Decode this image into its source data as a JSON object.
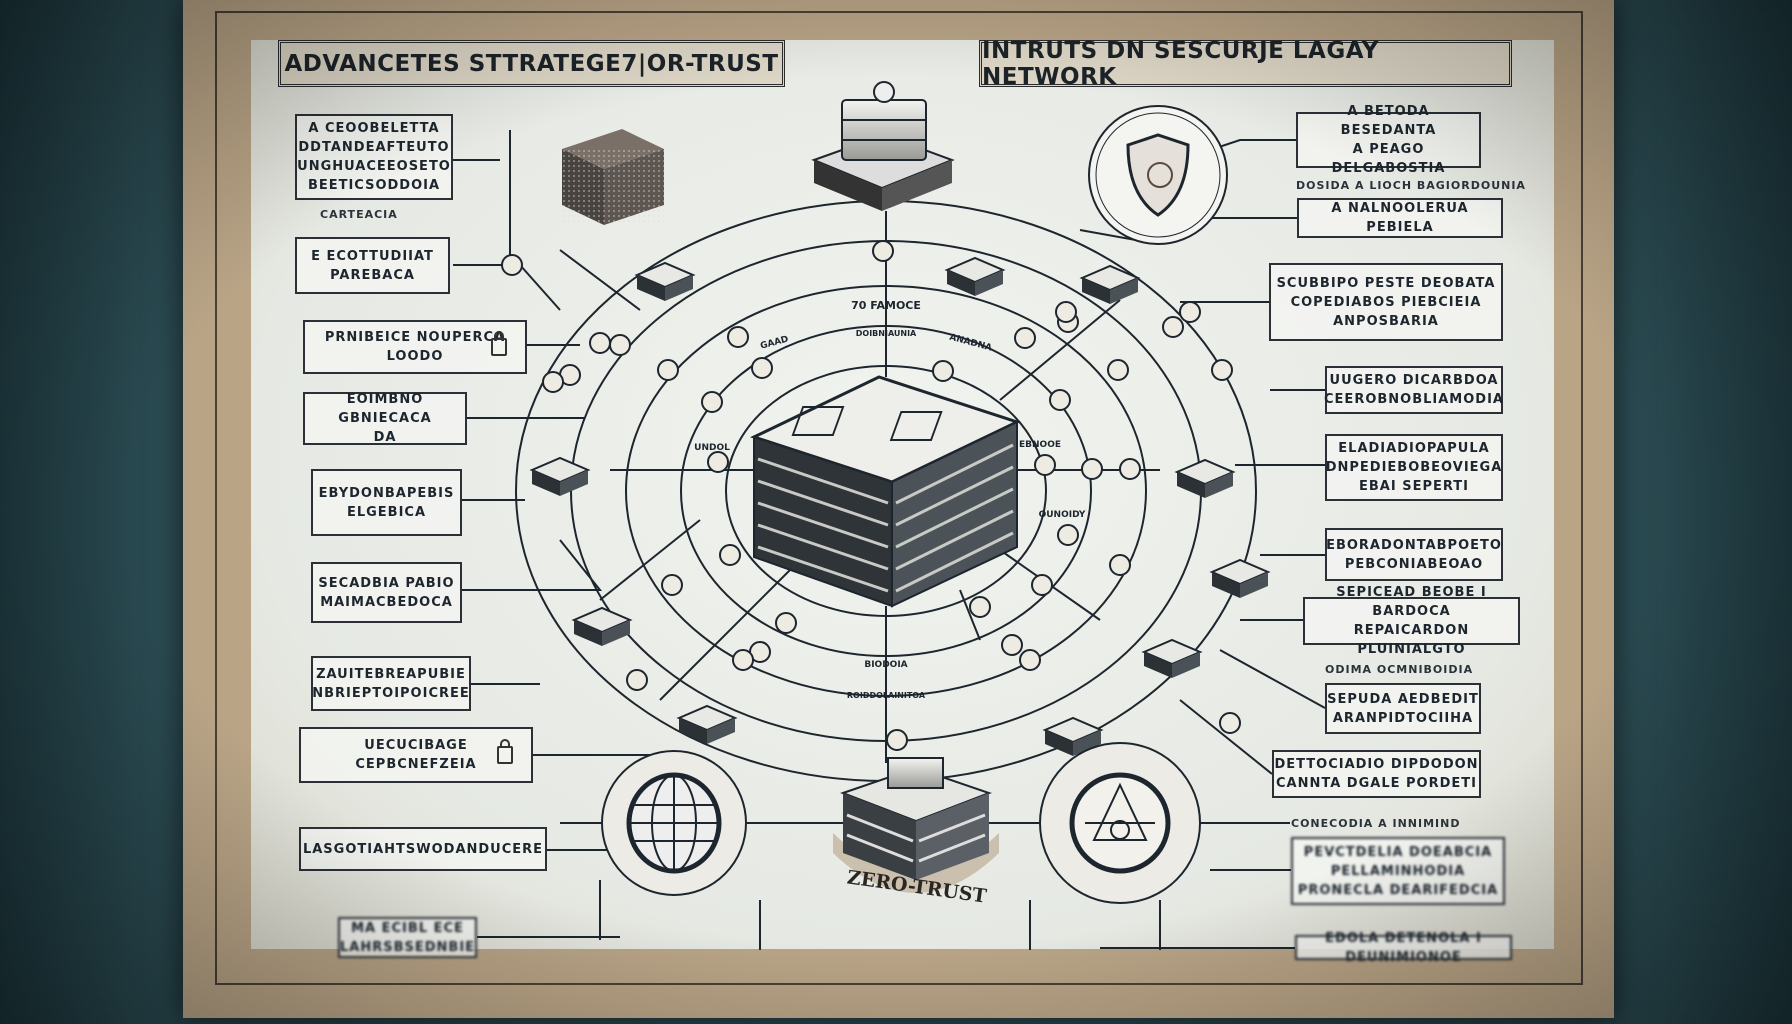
{
  "titles": {
    "left": "ADVANCETES STTRATEGE7|OR-TRUST",
    "right": "INTRUTS DN SESCURJE LAGAY NETWORK"
  },
  "left_boxes": [
    {
      "lines": [
        "A CEOOBELETTA",
        "DDTANDEAFTEUTO",
        "UNGHUACEEOSETO",
        "BEETICSODDOIA"
      ],
      "caption": "CARTEACIA"
    },
    {
      "lines": [
        "E ECOTTUDIIAT",
        "PAREBACA"
      ]
    },
    {
      "lines": [
        "PRNIBEICE NOUPERCA",
        "LOODO"
      ],
      "icon": "lock-icon"
    },
    {
      "lines": [
        "EOIMBNO GBNIECACA",
        "DA"
      ]
    },
    {
      "lines": [
        "EBYDONBAPEBIS",
        "ELGEBICA"
      ]
    },
    {
      "lines": [
        "SECADBIA PABIO",
        "MAIMACBEDOCA"
      ]
    },
    {
      "lines": [
        "ZAUITEBREAPUBIE",
        "NBRIEPTOIPOICREE"
      ]
    },
    {
      "lines": [
        "UECUCIBAGE",
        "CEPBCNEFZEIA"
      ],
      "icon": "lock-icon"
    },
    {
      "lines": [
        "LASGOTIAHTSWODANDUCERE"
      ]
    },
    {
      "lines": [
        "MA ECIBL ECE",
        "LAHRSBSEDNBIE"
      ]
    }
  ],
  "right_boxes": [
    {
      "lines": [
        "A BETODA BESEDANTA",
        "A PEAGO DELGABOSTIA"
      ],
      "caption": "DOSIDA A LIOCH BAGIORDOUNIA"
    },
    {
      "lines": [
        "A NALNOOLERUA PEBIELA"
      ]
    },
    {
      "lines": [
        "SCUBBIPO PESTE DEOBATA",
        "COPEDIABOS PIEBCIEIA",
        "ANPOSBARIA"
      ]
    },
    {
      "lines": [
        "UUGERO DICARBDOA",
        "CEEROBNOBLIAMODIA"
      ]
    },
    {
      "lines": [
        "ELADIADIOPAPULA",
        "DNPEDIEBOBEOVIEGA",
        "EBAI SEPERTI"
      ]
    },
    {
      "lines": [
        "EBORADONTABPOETO",
        "PEBCONIABEOAO"
      ]
    },
    {
      "lines": [
        "SEPICEAD BEOBE I BARDOCA",
        "REPAICARDON PLUINIALGTO"
      ]
    },
    {
      "lines": [
        "SEPUDA AEDBEDIT",
        "ARANPIDTOCIIHA"
      ],
      "caption": "ODIMA OCMNIBOIDIA"
    },
    {
      "lines": [
        "DETTOCIADIO DIPDODON",
        "CANNTA DGALE PORDETI"
      ]
    },
    {
      "lines": [
        "PEVCTDELIA DOEABCIA",
        "PELLAMINHODIA",
        "PRONECLA DEARIFEDCIA"
      ],
      "caption": "CONECODIA A INNIMIND"
    },
    {
      "lines": [
        "EDOLA DETENOLA I DEUNIMIONOE"
      ]
    }
  ],
  "center": {
    "top_label": "70 FAMOCE",
    "top_sub": "DOIBNIAUNIA",
    "left_label": "GAAD",
    "right_label": "ANADNA",
    "inner_left": "UNDOL",
    "inner_right": "EBNOOE",
    "bottom_label": "BIODOIA",
    "bottom_sub": "ROIDDOLAINITOA",
    "lower_right": "OUNOIDY"
  },
  "badge": {
    "zero_trust": "ZERO-TRUST"
  },
  "icons": {
    "top_left": "data-block-icon",
    "top_center": "server-stack-icon",
    "top_right": "shield-icon",
    "center": "server-rack-icon",
    "bottom_left": "globe-icon",
    "bottom_center": "server-icon",
    "bottom_right": "emblem-icon"
  },
  "colors": {
    "ink": "#1d262e",
    "paper": "#e9ece7",
    "board": "#b9a486",
    "background": "#2b4c53"
  }
}
